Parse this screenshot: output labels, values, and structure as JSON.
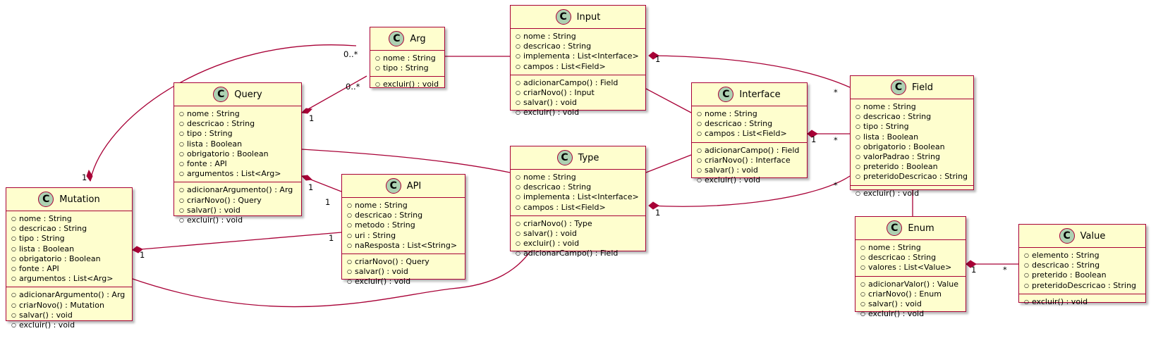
{
  "classes": {
    "arg": {
      "badge": "C",
      "name": "Arg",
      "attributes": [
        "nome : String",
        "tipo : String"
      ],
      "methods": [
        "excluir() : void"
      ]
    },
    "input": {
      "badge": "C",
      "name": "Input",
      "attributes": [
        "nome : String",
        "descricao : String",
        "implementa : List<Interface>",
        "campos : List<Field>"
      ],
      "methods": [
        "adicionarCampo() : Field",
        "criarNovo() : Input",
        "salvar() : void",
        "excluir() : void"
      ]
    },
    "query": {
      "badge": "C",
      "name": "Query",
      "attributes": [
        "nome : String",
        "descricao : String",
        "tipo : String",
        "lista : Boolean",
        "obrigatorio : Boolean",
        "fonte : API",
        "argumentos : List<Arg>"
      ],
      "methods": [
        "adicionarArgumento() : Arg",
        "criarNovo() : Query",
        "salvar() : void",
        "excluir() : void"
      ]
    },
    "interface": {
      "badge": "C",
      "name": "Interface",
      "attributes": [
        "nome : String",
        "descricao : String",
        "campos : List<Field>"
      ],
      "methods": [
        "adicionarCampo() : Field",
        "criarNovo() : Interface",
        "salvar() : void",
        "excluir() : void"
      ]
    },
    "field": {
      "badge": "C",
      "name": "Field",
      "attributes": [
        "nome : String",
        "descricao : String",
        "tipo : String",
        "lista : Boolean",
        "obrigatorio : Boolean",
        "valorPadrao : String",
        "preterido : Boolean",
        "preteridoDescricao : String"
      ],
      "methods": [
        "excluir() : void"
      ]
    },
    "type": {
      "badge": "C",
      "name": "Type",
      "attributes": [
        "nome : String",
        "descricao : String",
        "implementa : List<Interface>",
        "campos : List<Field>"
      ],
      "methods": [
        "criarNovo() : Type",
        "salvar() : void",
        "excluir() : void",
        "adicionarCampo() : Field"
      ]
    },
    "api": {
      "badge": "C",
      "name": "API",
      "attributes": [
        "nome : String",
        "descricao : String",
        "metodo : String",
        "uri : String",
        "naResposta : List<String>"
      ],
      "methods": [
        "criarNovo() : Query",
        "salvar() : void",
        "excluir() : void"
      ]
    },
    "mutation": {
      "badge": "C",
      "name": "Mutation",
      "attributes": [
        "nome : String",
        "descricao : String",
        "tipo : String",
        "lista : Boolean",
        "obrigatorio : Boolean",
        "fonte : API",
        "argumentos : List<Arg>"
      ],
      "methods": [
        "adicionarArgumento() : Arg",
        "criarNovo() : Mutation",
        "salvar() : void",
        "excluir() : void"
      ]
    },
    "enum": {
      "badge": "C",
      "name": "Enum",
      "attributes": [
        "nome : String",
        "descricao : String",
        "valores : List<Value>"
      ],
      "methods": [
        "adicionarValor() : Value",
        "criarNovo() : Enum",
        "salvar() : void",
        "excluir() : void"
      ]
    },
    "value": {
      "badge": "C",
      "name": "Value",
      "attributes": [
        "elemento : String",
        "descricao : String",
        "preterido : Boolean",
        "preteridoDescricao : String"
      ],
      "methods": [
        "excluir() : void"
      ]
    }
  },
  "labels": {
    "mutation_arg_many": "0..*",
    "query_arg_many": "0..*",
    "query_arg_one": "1",
    "mutation_arg_one": "1",
    "input_field_one": "1",
    "input_field_many": "*",
    "query_api_one_a": "1",
    "query_api_one_b": "1",
    "mutation_api_one_a": "1",
    "mutation_api_one_b": "1",
    "interface_field_one": "1",
    "interface_field_many": "*",
    "type_field_one": "1",
    "type_field_many": "*",
    "enum_value_one": "1",
    "enum_value_many": "*"
  },
  "colors": {
    "class_fill": "#FEFECE",
    "border": "#A80036",
    "badge": "#ADD1B2"
  }
}
